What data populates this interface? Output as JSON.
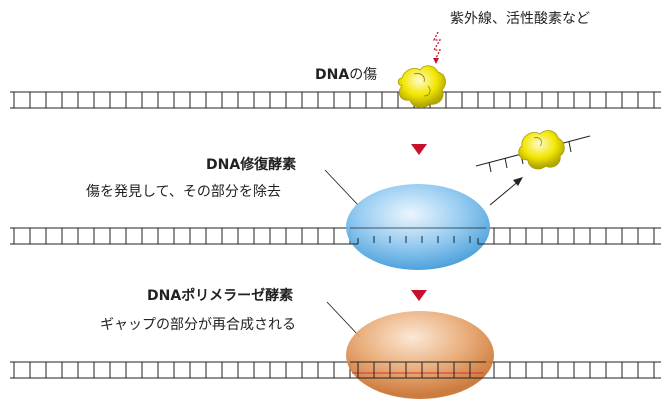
{
  "damage_source_label": "紫外線、活性酸素など",
  "damage_label_prefix": "DNA",
  "damage_label_suffix": "の傷",
  "step1": {
    "enzyme_prefix": "DNA",
    "enzyme_suffix": "修復酵素",
    "description": "傷を発見して、その部分を除去"
  },
  "step2": {
    "enzyme_prefix": "DNA",
    "enzyme_suffix": "ポリメラーゼ酵素",
    "description": "ギャップの部分が再合成される"
  },
  "colors": {
    "arrow_red": "#c8102e",
    "damage_yellow": "#f2e600",
    "enzyme_blue": "#5aaee6",
    "polymerase_orange": "#d98a4a",
    "resynthesized_red": "#d8323c"
  }
}
